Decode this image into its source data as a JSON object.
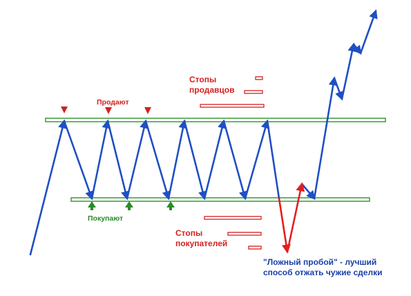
{
  "labels": {
    "sellers_sell": "Продают",
    "buyers_buy": "Покупают",
    "seller_stops_line1": "Стопы",
    "seller_stops_line2": "продавцов",
    "buyer_stops_line1": "Стопы",
    "buyer_stops_line2": "покупателей",
    "false_breakout_line1": "\"Ложный пробой\" - лучший",
    "false_breakout_line2": "способ отжать чужие сделки"
  },
  "colors": {
    "price_line": "#1f4fc4",
    "false_breakout": "#e02020",
    "level_lines": "#3a9a3a",
    "sell_marker": "#d42020",
    "buy_marker": "#2a8a2a",
    "stop_bars": "#d42020"
  }
}
